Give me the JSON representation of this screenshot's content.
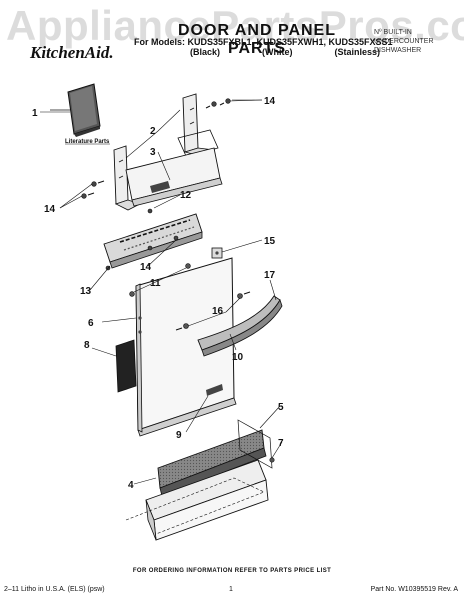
{
  "watermark": "AppliancePartsPros.com",
  "brand": "KitchenAid.",
  "header": {
    "title": "DOOR AND PANEL PARTS",
    "models_line": "For Models: KUDS35FXBL1, KUDS35FXWH1, KUDS35FXSS1",
    "variants": [
      "(Black)",
      "(White)",
      "(Stainless)"
    ],
    "product_type": "Nº BUILT-IN UNDERCOUNTER DISHWASHER"
  },
  "literature_label": "Literature Parts",
  "callouts": {
    "c1": "1",
    "c2": "2",
    "c3": "3",
    "c4": "4",
    "c5": "5",
    "c6": "6",
    "c7": "7",
    "c8": "8",
    "c9": "9",
    "c10": "10",
    "c11": "11",
    "c12": "12",
    "c13": "13",
    "c14a": "14",
    "c14b": "14",
    "c14c": "14",
    "c15": "15",
    "c16": "16",
    "c17": "17"
  },
  "footer": {
    "note": "FOR ORDERING INFORMATION REFER TO PARTS PRICE LIST",
    "litho": "2–11 Litho in U.S.A. (ELS) (psw)",
    "page": "1",
    "part_no": "Part No. W10395519 Rev. A"
  }
}
